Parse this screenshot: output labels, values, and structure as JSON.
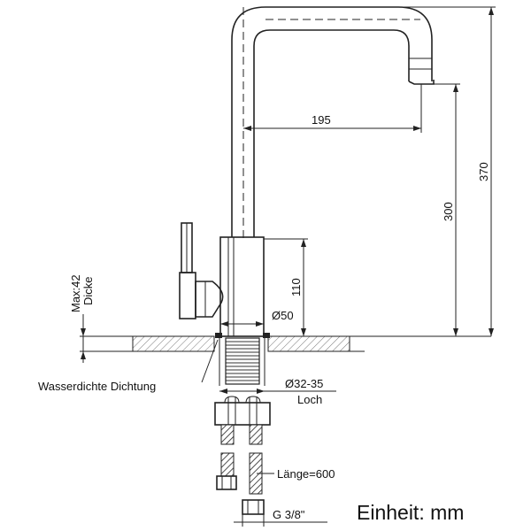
{
  "dimensions": {
    "reach": "195",
    "spout_height": "300",
    "total_height": "370",
    "body_height": "110",
    "body_diameter": "Ø50",
    "max_thickness": "Max:42",
    "thickness_label": "Dicke",
    "hole_diameter": "Ø32-35",
    "hole_label": "Loch",
    "hose_length": "Länge=600",
    "thread": "G 3/8\""
  },
  "annotations": {
    "seal": "Wasserdichte Dichtung",
    "unit": "Einheit: mm"
  }
}
